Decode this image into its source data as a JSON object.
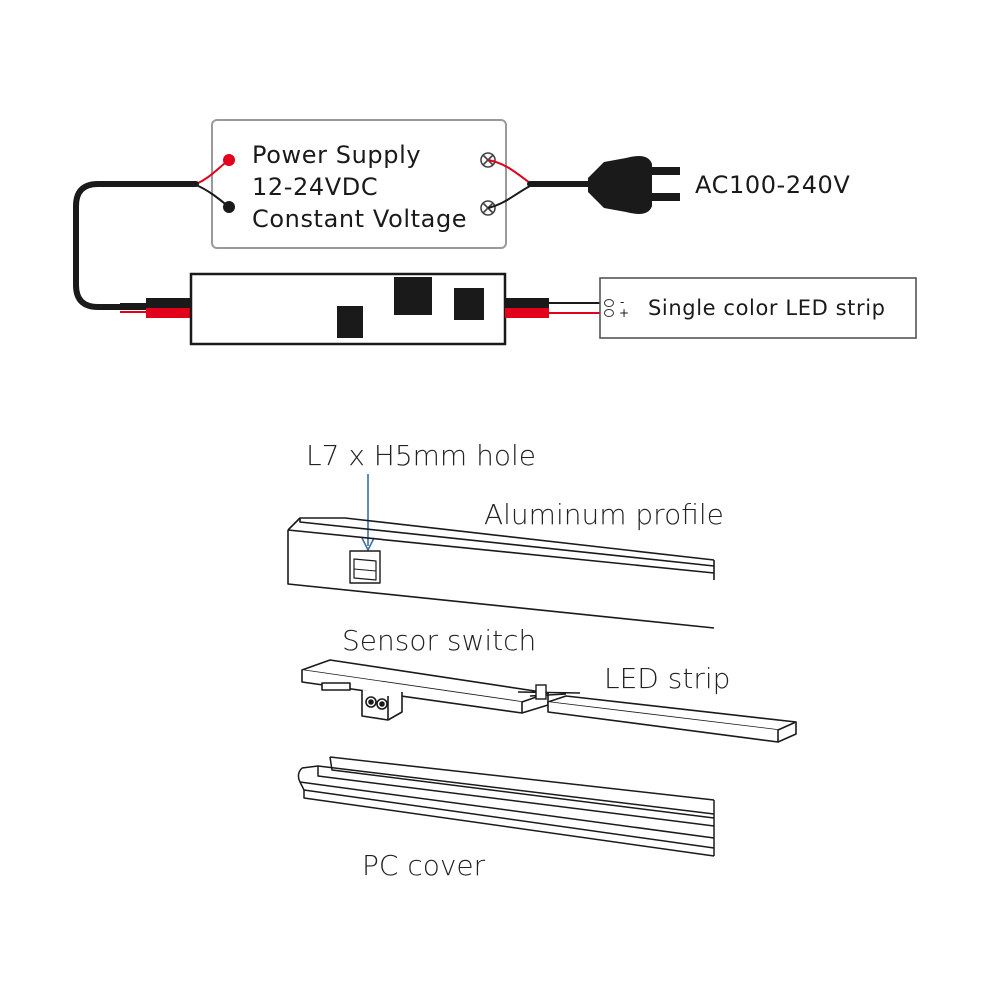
{
  "wiring": {
    "power_supply": {
      "line1": "Power Supply",
      "line2": "12-24VDC",
      "line3": "Constant Voltage"
    },
    "ac_input": "AC100-240V",
    "led_strip_label": "Single color LED strip",
    "polarity_minus": "-",
    "polarity_plus": "+"
  },
  "assembly": {
    "hole_label": "L7 x H5mm hole",
    "profile_label": "Aluminum profile",
    "sensor_label": "Sensor switch",
    "strip_label": "LED strip",
    "cover_label": "PC cover"
  },
  "colors": {
    "wire_red": "#e2001a",
    "wire_black": "#1a1a1a",
    "arrow_blue": "#3d6fa0",
    "outline": "#1a1a1a",
    "panel_outline": "#9a9a9a"
  }
}
